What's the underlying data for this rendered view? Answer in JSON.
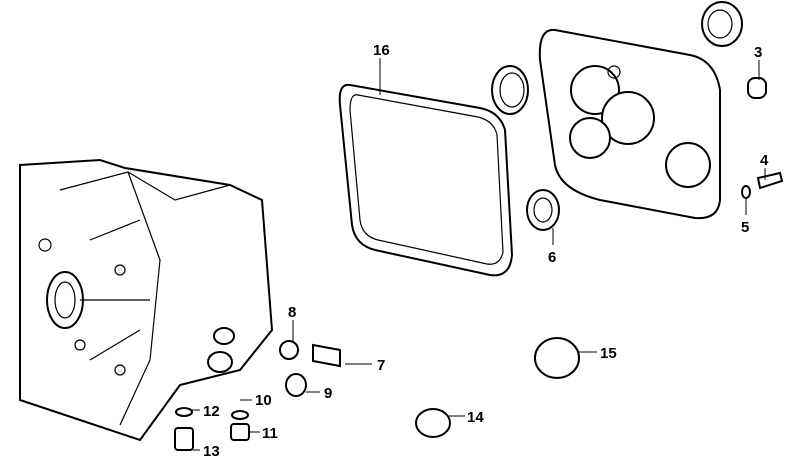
{
  "diagram": {
    "type": "exploded parts diagram",
    "callouts": [
      {
        "id": "16",
        "label": "16"
      },
      {
        "id": "3",
        "label": "3"
      },
      {
        "id": "4",
        "label": "4"
      },
      {
        "id": "5",
        "label": "5"
      },
      {
        "id": "6",
        "label": "6"
      },
      {
        "id": "7",
        "label": "7"
      },
      {
        "id": "8",
        "label": "8"
      },
      {
        "id": "9",
        "label": "9"
      },
      {
        "id": "10",
        "label": "10"
      },
      {
        "id": "11",
        "label": "11"
      },
      {
        "id": "12",
        "label": "12"
      },
      {
        "id": "13",
        "label": "13"
      },
      {
        "id": "14",
        "label": "14"
      },
      {
        "id": "15",
        "label": "15"
      }
    ]
  }
}
